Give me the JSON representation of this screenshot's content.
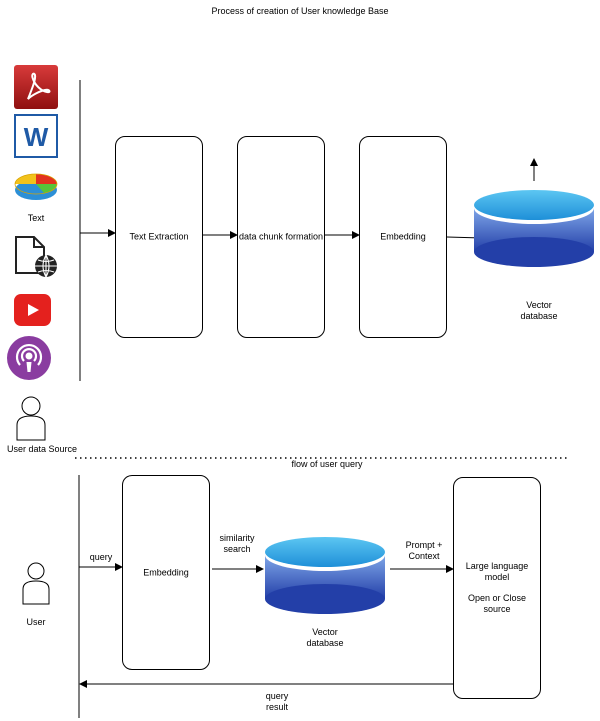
{
  "title": "Process of creation of User knowledge Base",
  "ingest": {
    "source_text_label": "Text",
    "source_caption": "User data Source",
    "steps": [
      "Text Extraction",
      "data chunk formation",
      "Embedding"
    ],
    "db_label_line1": "Vector",
    "db_label_line2": "database",
    "icons": [
      "pdf-icon",
      "word-icon",
      "chart-icon",
      "web-document-icon",
      "youtube-icon",
      "podcast-icon",
      "user-icon"
    ]
  },
  "separator_label": "flow of user query",
  "query_flow": {
    "user_label": "User",
    "query_label": "query",
    "embedding_label": "Embedding",
    "similarity_line1": "similarity",
    "similarity_line2": "search",
    "db_label_line1": "Vector",
    "db_label_line2": "database",
    "prompt_line1": "Prompt +",
    "prompt_line2": "Context",
    "llm_line1": "Large language",
    "llm_line2": "model",
    "llm_line3": "Open or Close source",
    "result_line1": "query",
    "result_line2": "result"
  },
  "colors": {
    "db_top": "#2aa8e6",
    "db_body_top": "#7fa6e8",
    "db_body_bottom": "#233fa8",
    "pdf_red": "#b81d1d",
    "word_blue": "#1f5aa6",
    "youtube_red": "#e4211e",
    "podcast_purple": "#8a3ca0"
  }
}
